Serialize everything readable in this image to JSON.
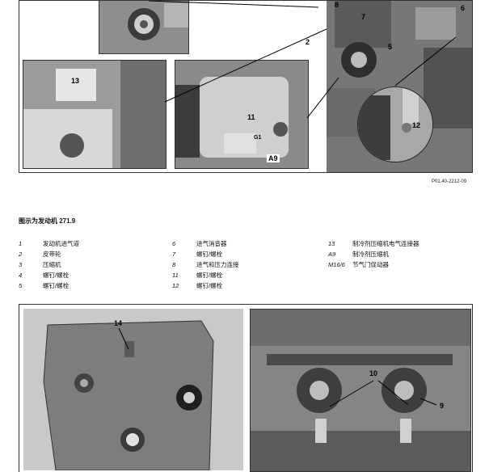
{
  "top_figure": {
    "callouts": [
      "2",
      "5",
      "6",
      "7",
      "8",
      "11",
      "12",
      "13",
      "A9"
    ],
    "inset_label_g": "G1",
    "doc_code": "P01.40-2212-09"
  },
  "caption": "图示为发动机 271.9",
  "legend": [
    {
      "num": "1",
      "text": "发动机进气道"
    },
    {
      "num": "2",
      "text": "皮带轮"
    },
    {
      "num": "3",
      "text": "压缩机"
    },
    {
      "num": "4",
      "text": "螺钉/螺栓"
    },
    {
      "num": "5",
      "text": "螺钉/螺栓"
    },
    {
      "num": "6",
      "text": "进气消音器"
    },
    {
      "num": "7",
      "text": "螺钉/螺栓"
    },
    {
      "num": "8",
      "text": "进气和压力连接"
    },
    {
      "num": "11",
      "text": "螺钉/螺栓"
    },
    {
      "num": "12",
      "text": "螺钉/螺栓"
    },
    {
      "num": "13",
      "text": "制冷剂压缩机电气连接器"
    },
    {
      "num": "A9",
      "text": "制冷剂压缩机"
    },
    {
      "num": "M16/6",
      "text": "节气门促动器"
    }
  ],
  "bottom_figures": {
    "left_callouts": [
      "14"
    ],
    "right_callouts": [
      "10",
      "9"
    ]
  }
}
